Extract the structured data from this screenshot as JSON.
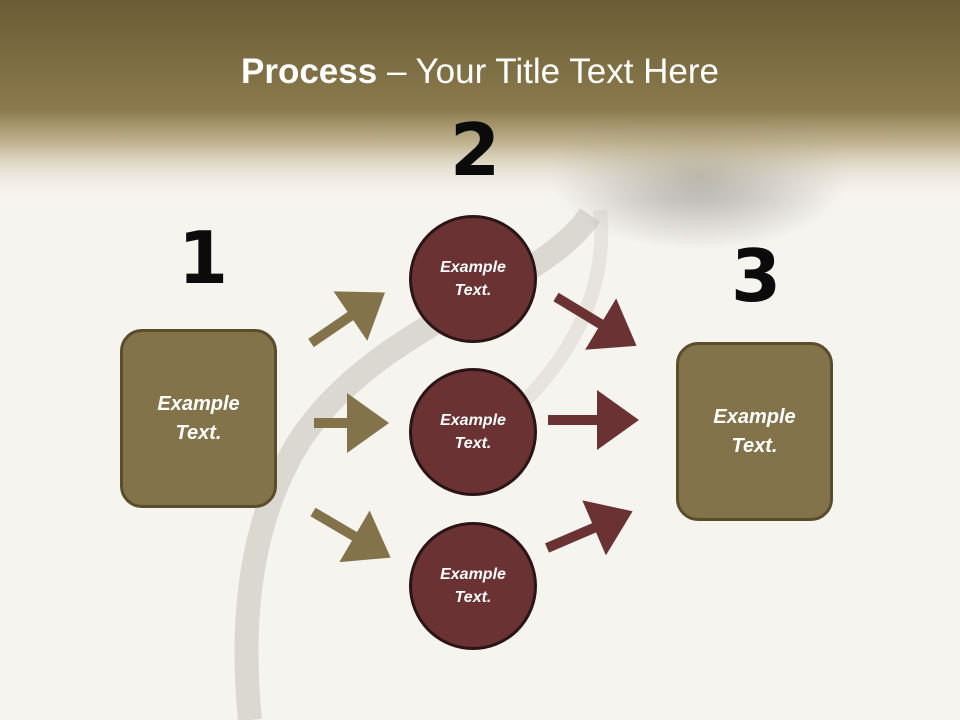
{
  "title": {
    "bold": "Process",
    "rest": " – Your Title Text Here"
  },
  "steps": [
    {
      "number": "1",
      "text": "Example Text."
    },
    {
      "number": "2",
      "items": [
        "Example Text.",
        "Example Text.",
        "Example Text."
      ]
    },
    {
      "number": "3",
      "text": "Example Text."
    }
  ],
  "colors": {
    "header": "#7f6c3f",
    "box": "#83734a",
    "circle": "#6b3234",
    "arrow_left": "#83734a",
    "arrow_right": "#6b3234"
  }
}
